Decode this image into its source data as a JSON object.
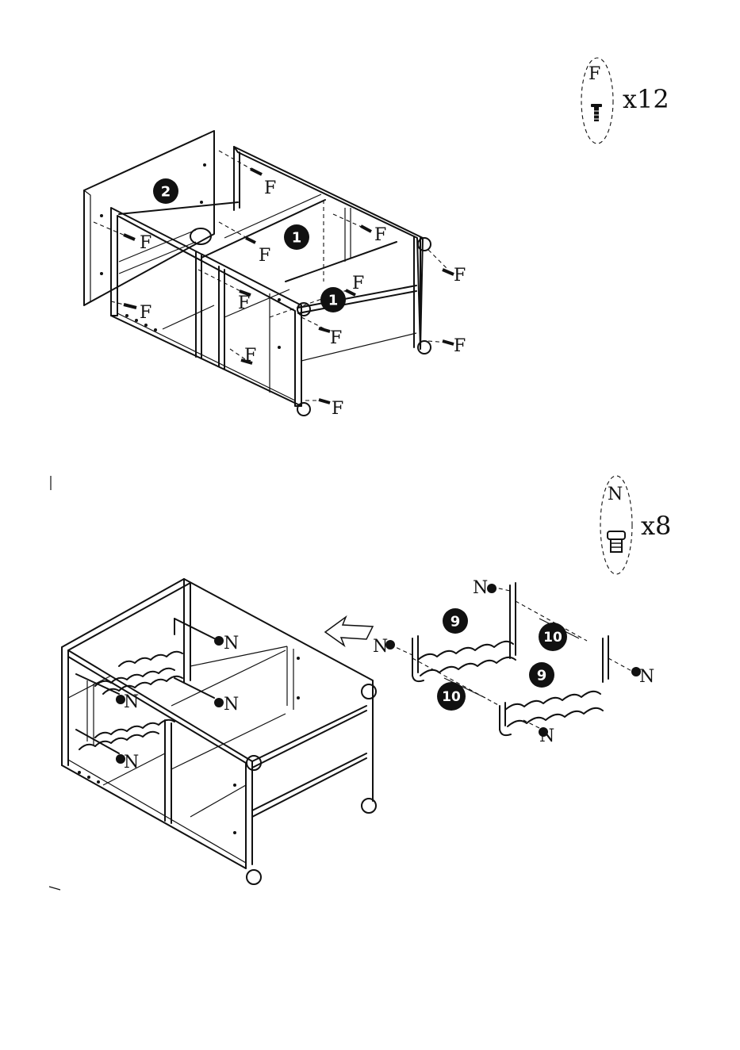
{
  "step1": {
    "hardware": {
      "letter": "F",
      "quantity": "x12"
    },
    "screw_label": "F",
    "part_badges": [
      "2",
      "1",
      "1"
    ]
  },
  "step2": {
    "hardware": {
      "letter": "N",
      "quantity": "x8"
    },
    "screw_label": "N",
    "part_badges": [
      "9",
      "10",
      "9",
      "10"
    ]
  },
  "colors": {
    "ink": "#111111",
    "background": "#ffffff"
  }
}
